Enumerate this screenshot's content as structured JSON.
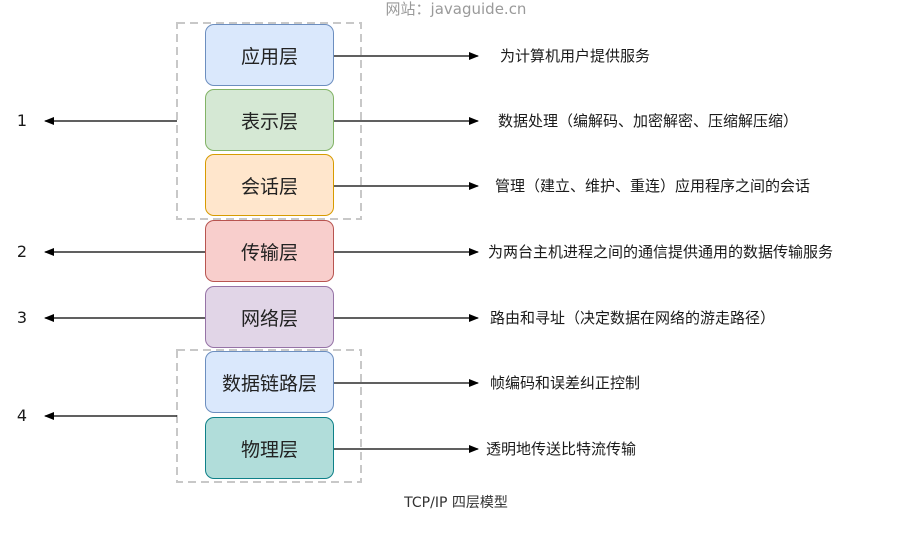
{
  "watermark": "网站：javaguide.cn",
  "caption": "TCP/IP 四层模型",
  "colors": {
    "application_fill": "#dae8fc",
    "application_border": "#6c8ebf",
    "presentation_fill": "#d5e8d4",
    "presentation_border": "#82b366",
    "session_fill": "#ffe6cc",
    "session_border": "#d79b00",
    "transport_fill": "#f8cecc",
    "transport_border": "#b85450",
    "network_fill": "#e1d5e7",
    "network_border": "#9673a6",
    "datalink_fill": "#dae8fc",
    "datalink_border": "#6c8ebf",
    "physical_fill": "#b1ddda",
    "physical_border": "#0e8088"
  },
  "layers": [
    {
      "name": "应用层",
      "desc": "为计算机用户提供服务"
    },
    {
      "name": "表示层",
      "desc": "数据处理（编解码、加密解密、压缩解压缩）"
    },
    {
      "name": "会话层",
      "desc": "管理（建立、维护、重连）应用程序之间的会话"
    },
    {
      "name": "传输层",
      "desc": "为两台主机进程之间的通信提供通用的数据传输服务"
    },
    {
      "name": "网络层",
      "desc": "路由和寻址（决定数据在网络的游走路径）"
    },
    {
      "name": "数据链路层",
      "desc": "帧编码和误差纠正控制"
    },
    {
      "name": "物理层",
      "desc": "透明地传送比特流传输"
    }
  ],
  "tcpip_layers": [
    "1",
    "2",
    "3",
    "4"
  ]
}
